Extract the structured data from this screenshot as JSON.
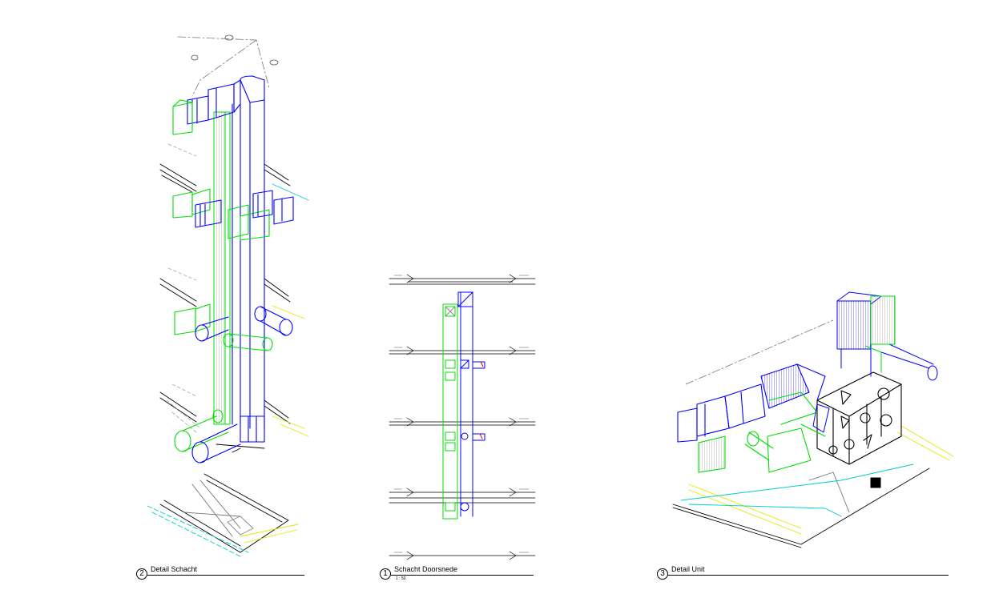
{
  "views": [
    {
      "number": "2",
      "title": "Detail Schacht",
      "scale": ""
    },
    {
      "number": "1",
      "title": "Schacht Doorsnede",
      "scale": "1 : 50"
    },
    {
      "number": "3",
      "title": "Detail Unit",
      "scale": ""
    }
  ],
  "colors": {
    "supply_duct": "#0000ff",
    "return_duct": "#00dd00",
    "linework": "#000000",
    "gridline": "#00cccc",
    "yellow_line": "#e6e600",
    "accent_red": "#dd0000",
    "hatch": "#808080"
  }
}
